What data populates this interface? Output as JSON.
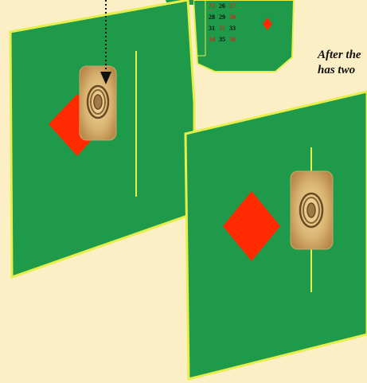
{
  "caption": {
    "line1": "After the",
    "line2": "has two"
  },
  "layout_grid": {
    "rows": [
      [
        {
          "n": "25",
          "c": "red"
        },
        {
          "n": "26",
          "c": "black"
        },
        {
          "n": "27",
          "c": "red"
        }
      ],
      [
        {
          "n": "28",
          "c": "black"
        },
        {
          "n": "29",
          "c": "black"
        },
        {
          "n": "30",
          "c": "red"
        }
      ],
      [
        {
          "n": "31",
          "c": "black"
        },
        {
          "n": "32",
          "c": "red"
        },
        {
          "n": "33",
          "c": "black"
        }
      ],
      [
        {
          "n": "34",
          "c": "red"
        },
        {
          "n": "35",
          "c": "black"
        },
        {
          "n": "36",
          "c": "red"
        }
      ]
    ]
  },
  "colors": {
    "background": "#fcefc5",
    "felt": "#1f9a4a",
    "felt_border": "#e6ef4a",
    "diamond": "#ff2a00",
    "red_number": "#d92218",
    "black_number": "#101010"
  },
  "icons": [
    "diamond-marker-icon",
    "roulette-chip-icon",
    "dotted-arrow-icon"
  ]
}
